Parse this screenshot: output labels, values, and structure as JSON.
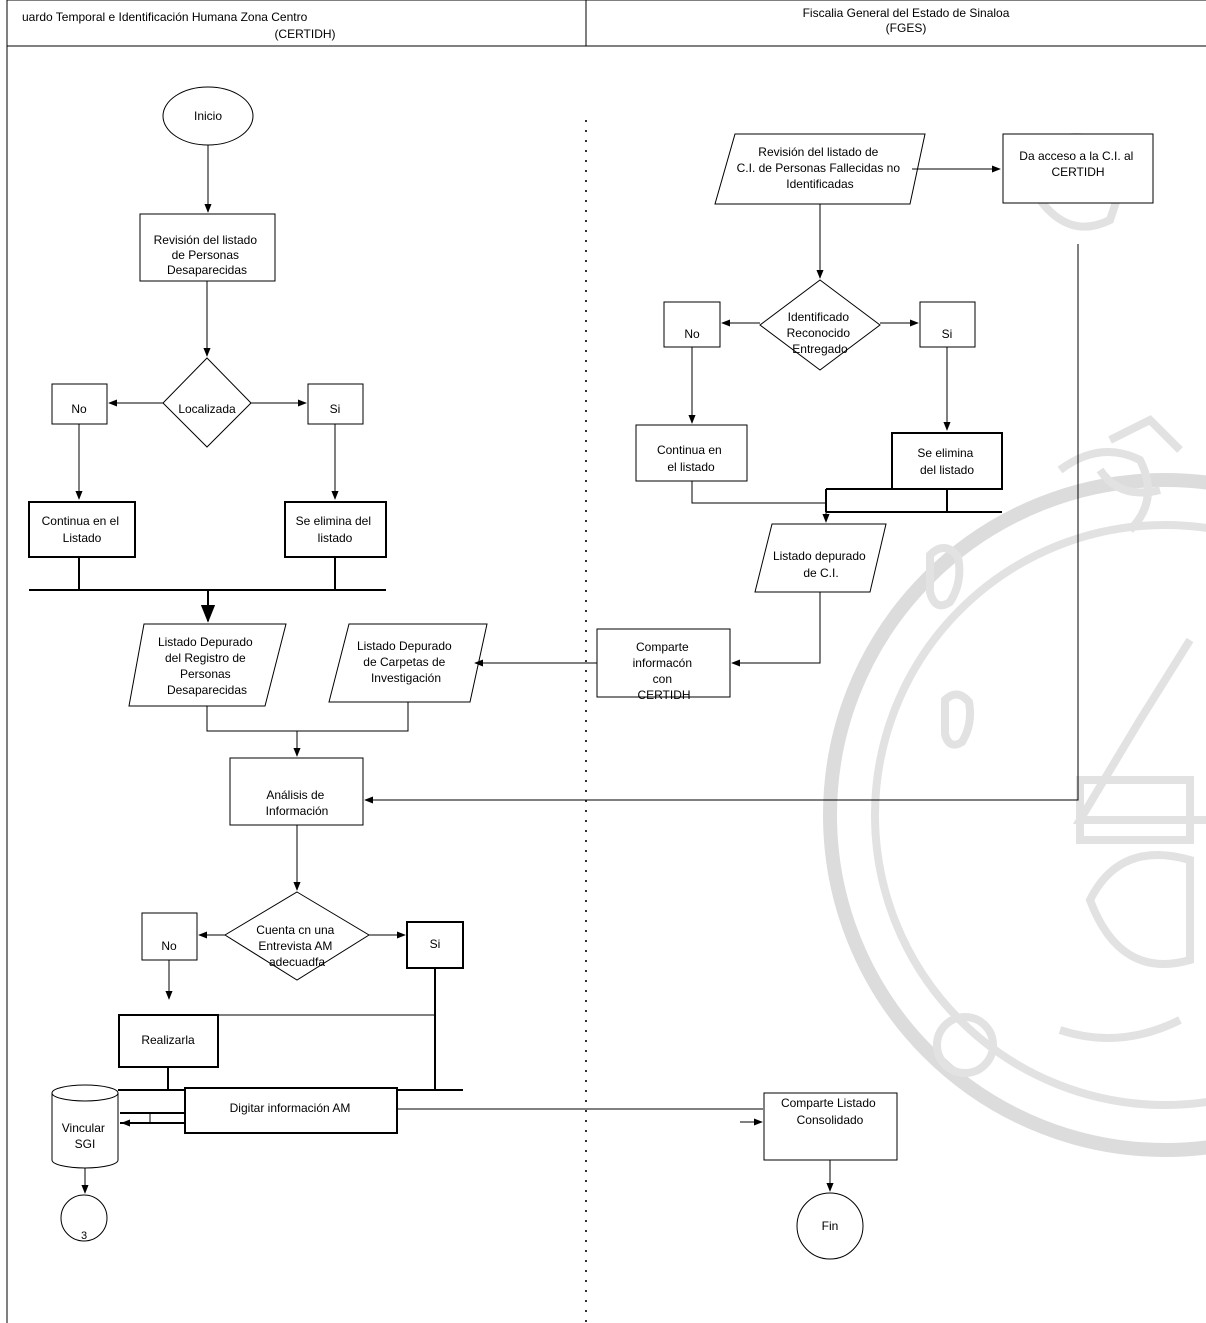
{
  "header": {
    "left_line1": "uardo Temporal e Identificación Humana Zona Centro",
    "left_line2": "(CERTIDH)",
    "right_line1": "Fiscalia General del Estado de Sinaloa",
    "right_line2": "(FGES)"
  },
  "left": {
    "inicio": "Inicio",
    "revision": [
      "Revisión del listado",
      "de Personas",
      "Desaparecidas"
    ],
    "localizada": "Localizada",
    "no1": "No",
    "si1": "Si",
    "continua": [
      "Continua en el",
      "Listado"
    ],
    "elimina": [
      "Se elimina del",
      "listado"
    ],
    "depurado_registro": [
      "Listado Depurado",
      "del Registro de",
      "Personas",
      "Desaparecidas"
    ],
    "depurado_carpetas": [
      "Listado Depurado",
      "de Carpetas de",
      "Investigación"
    ],
    "analisis": [
      "Análisis de",
      "Información"
    ],
    "entrevista": [
      "Cuenta cn una",
      "Entrevista AM",
      "adecuadfa"
    ],
    "no2": "No",
    "si2": "Si",
    "realizarla": "Realizarla",
    "vincular": [
      "Vincular",
      "SGI"
    ],
    "digitar": "Digitar información AM",
    "connector": "3"
  },
  "right": {
    "revision_ci": [
      "Revisión del listado de",
      "C.I. de Personas Fallecidas no",
      "Identificadas"
    ],
    "acceso": [
      "Da acceso a la C.I. al",
      "CERTIDH"
    ],
    "identificado": [
      "Identificado",
      "Reconocido",
      "Entregado"
    ],
    "no": "No",
    "si": "Si",
    "continua": [
      "Continua en",
      "el listado"
    ],
    "elimina": [
      "Se elimina",
      "del listado"
    ],
    "depurado_ci": [
      "Listado depurado",
      "de C.I."
    ],
    "comparte": [
      "Comparte",
      "informacón",
      "con",
      "CERTIDH"
    ],
    "comparte_consolidado": [
      "Comparte Listado",
      "Consolidado"
    ],
    "fin": "Fin"
  }
}
